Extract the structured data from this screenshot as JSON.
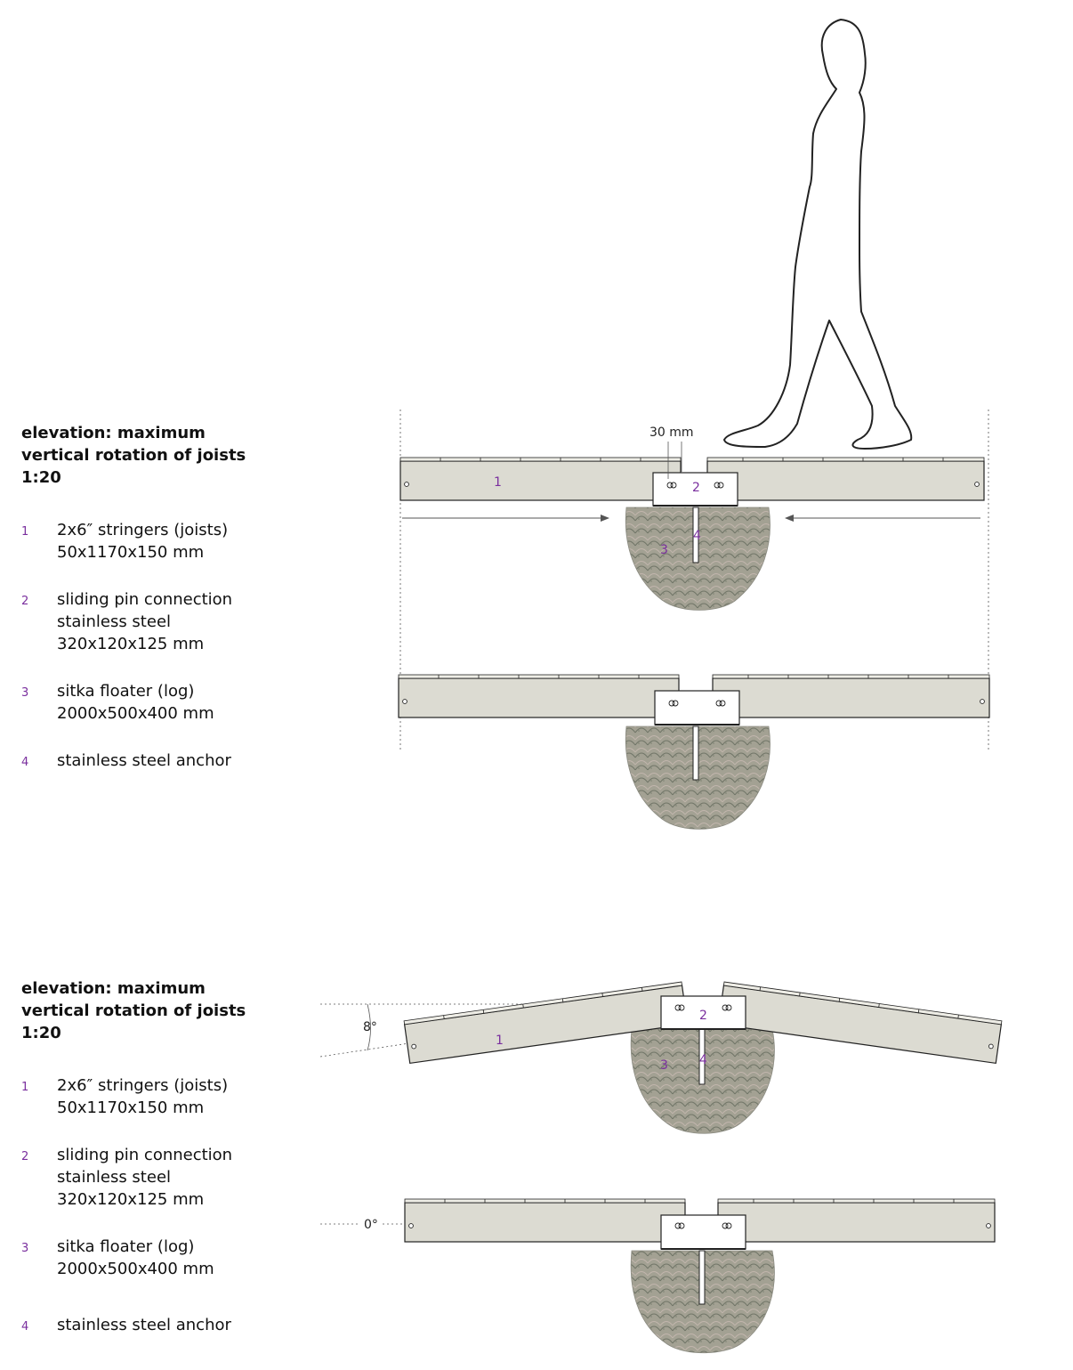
{
  "section_top": {
    "title": [
      "elevation: maximum",
      "vertical rotation of joists",
      "1:20"
    ],
    "items": [
      {
        "num": "1",
        "lines": [
          "2x6″ stringers (joists)",
          "50x1170x150 mm"
        ]
      },
      {
        "num": "2",
        "lines": [
          "sliding pin connection",
          "stainless steel",
          "320x120x125 mm"
        ]
      },
      {
        "num": "3",
        "lines": [
          "sitka floater (log)",
          "2000x500x400 mm"
        ]
      },
      {
        "num": "4",
        "lines": [
          "stainless steel anchor"
        ]
      }
    ],
    "gap_label": "30 mm"
  },
  "section_bottom": {
    "title": [
      "elevation: maximum",
      "vertical rotation of joists",
      "1:20"
    ],
    "items": [
      {
        "num": "1",
        "lines": [
          "2x6″ stringers (joists)",
          "50x1170x150 mm"
        ]
      },
      {
        "num": "2",
        "lines": [
          "sliding pin connection",
          "stainless steel",
          "320x120x125 mm"
        ]
      },
      {
        "num": "3",
        "lines": [
          "sitka floater (log)",
          "2000x500x400 mm"
        ]
      },
      {
        "num": "4",
        "lines": [
          "stainless steel anchor"
        ]
      }
    ],
    "angle_rotated": "8°",
    "angle_flat": "0°"
  },
  "callouts": {
    "joist": "1",
    "connection": "2",
    "floater": "3",
    "anchor": "4"
  },
  "colors": {
    "joist_fill": "#dcdbd2",
    "log_fill": "#9e9c8e",
    "callout": "#7a2f9e",
    "stroke": "#222222"
  }
}
